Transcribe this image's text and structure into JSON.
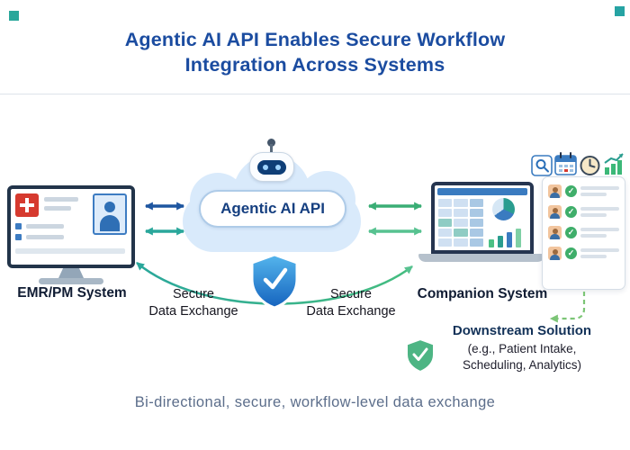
{
  "title": {
    "line1": "Agentic AI API Enables Secure Workflow",
    "line2": "Integration Across Systems"
  },
  "cloud": {
    "api_label": "Agentic AI API"
  },
  "systems": {
    "left_label": "EMR/PM System",
    "right_label": "Companion System"
  },
  "secure_exchange": {
    "left": {
      "line1": "Secure",
      "line2": "Data Exchange"
    },
    "right": {
      "line1": "Secure",
      "line2": "Data Exchange"
    }
  },
  "downstream": {
    "title": "Downstream Solution",
    "line1": "(e.g., Patient Intake,",
    "line2": "Scheduling, Analytics)"
  },
  "caption": "Bi-directional, secure, workflow-level data exchange",
  "icons": [
    "robot-icon",
    "search-icon",
    "calendar-icon",
    "clock-icon",
    "growth-chart-icon",
    "shield-check-icon",
    "downstream-shield-check-icon",
    "medical-cross-icon",
    "user-avatar-icon",
    "pie-chart-icon",
    "bar-chart-icon",
    "check-icon"
  ],
  "colors": {
    "title_blue": "#1b4ca0",
    "arrow_blue": "#1e56a0",
    "teal": "#2aa79b",
    "green": "#3aae75",
    "green_light": "#57c290",
    "dashed_green": "#7cc576",
    "shield_top": "#55b6ed",
    "shield_bottom": "#1563be",
    "downstream_shield": "#4db584",
    "cloud_fill": "#d9eafb"
  }
}
